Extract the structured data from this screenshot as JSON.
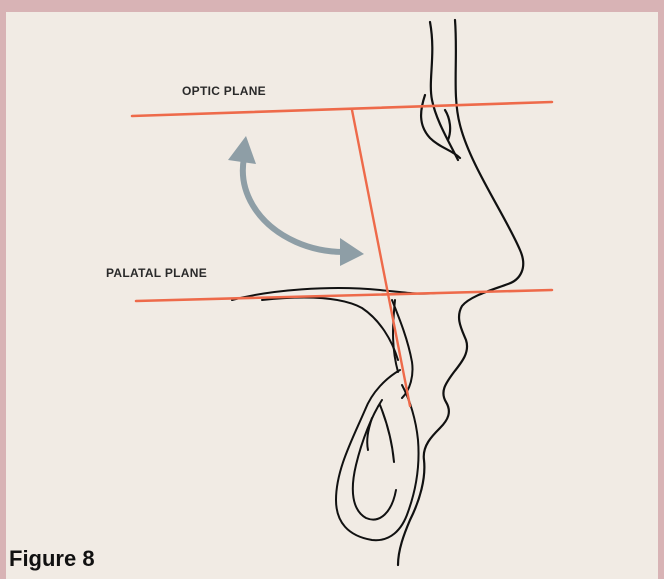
{
  "figure": {
    "caption": "Figure 8"
  },
  "planes": {
    "optic_label": "OPTIC PLANE",
    "palatal_label": "PALATAL PLANE"
  },
  "colors": {
    "frame": "#d8b3b5",
    "panel": "#f1ebe4",
    "plane_line": "#ee6a4a",
    "arrow": "#8e9ea6",
    "outline": "#111111"
  }
}
